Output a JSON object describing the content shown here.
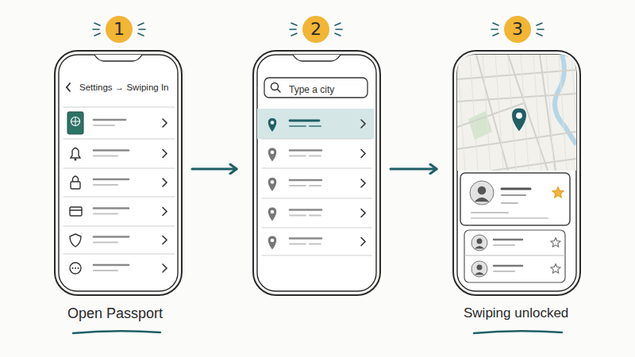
{
  "diagram": {
    "nodes": [
      {
        "text": [
          "Settings → Swiping In",
          "Open Passport"
        ]
      },
      {
        "text": [
          "Type a city"
        ]
      },
      {
        "text": [
          "Swiping unlocked"
        ]
      }
    ],
    "edges": [
      {
        "from": 0,
        "to": 1,
        "arrow": "to"
      },
      {
        "from": 1,
        "to": 2,
        "arrow": "to"
      }
    ],
    "labels": [
      "1",
      "2",
      "3"
    ]
  }
}
